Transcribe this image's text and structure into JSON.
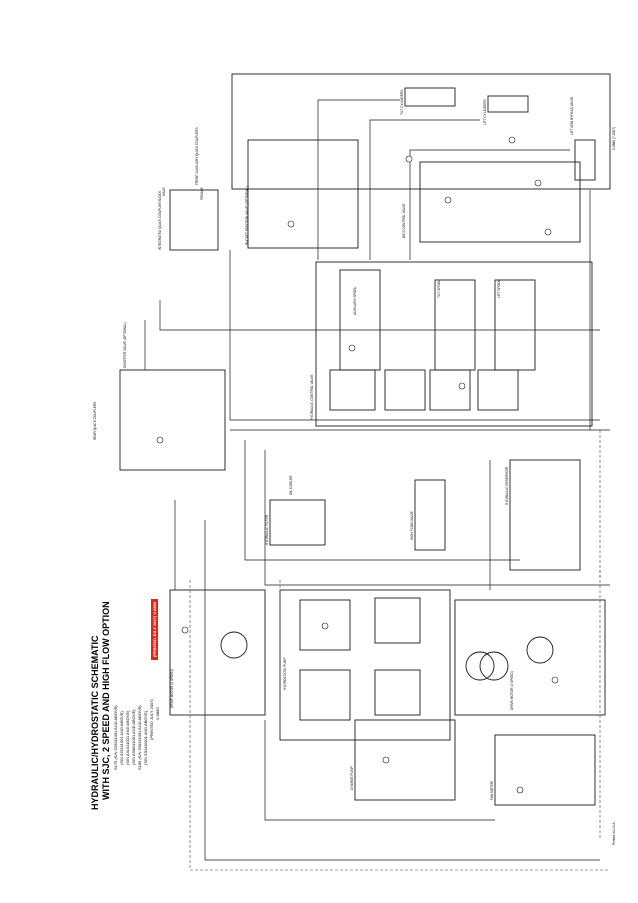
{
  "title": {
    "line1": "HYDRAULIC/HYDROSTATIC SCHEMATIC",
    "line2": "WITH SJC, 2 SPEED AND HIGH FLOW OPTION"
  },
  "serials": [
    "S175 (S/N 525011001 AND ABOVE)",
    "(S/N 525111001 AND ABOVE)",
    "(S/N A3L011001 AND ABOVE)",
    "(S/N A3M011001 AND ABOVE)",
    "S185 (S/N 530311001 AND ABOVE)",
    "(S/N 530411001 AND ABOVE)",
    "(PRINTED JULY 2007)",
    "V-0880"
  ],
  "warning": "(PRINTED JULY 2007) V-0880",
  "labels": {
    "tilt_cylinders": "TILT CYLINDERS",
    "lift_cylinders": "LIFT CYLINDERS",
    "bucket_position_valve": "BUCKET POSITION VALVE (OPTIONAL)",
    "bics_control_valve": "BICS CONTROL VALVE",
    "lowering_valve": "LIFT ARM BYPASS VALVE",
    "front_auxiliary": "FRONT AUXILIARY QUICK COUPLERS",
    "integrated_quick": "INTEGRATED QUICK COUPLER BLOCK",
    "male": "MALE",
    "female": "FEMALE",
    "rear_quick": "REAR QUICK COUPLERS",
    "diverter_valve": "DIVERTER VALVE (OPTIONAL)",
    "hydraulic_control_valve": "HYDRAULIC CONTROL VALVE",
    "auxiliary_spool": "AUXILIARY SPOOL",
    "tilt_spool": "TILT SPOOL",
    "lift_spool": "LIFT SPOOL",
    "oil_cooler": "OIL COOLER",
    "hydraulic_filter": "HYDRAULIC FILTER",
    "high_flow_valve": "HIGH FLOW VALVE",
    "hydraulic_reservoir": "HYDRAULIC RESERVOIR",
    "hydrostatic_pump": "HYDROSTATIC PUMP",
    "drive_motor_left": "DRIVE MOTOR (2 SPEED)",
    "drive_motor_right": "DRIVE MOTOR (2 SPEED)",
    "charge_pump": "CHARGE PUMP",
    "fan_motor": "FAN MOTOR",
    "printed": "Printed in U.S.A.",
    "doc_id": "V-0880 (7-2007)"
  },
  "style": {
    "line_color": "#1a1a1a",
    "dashed_color": "#444444",
    "warning_color": "#d8281f"
  }
}
